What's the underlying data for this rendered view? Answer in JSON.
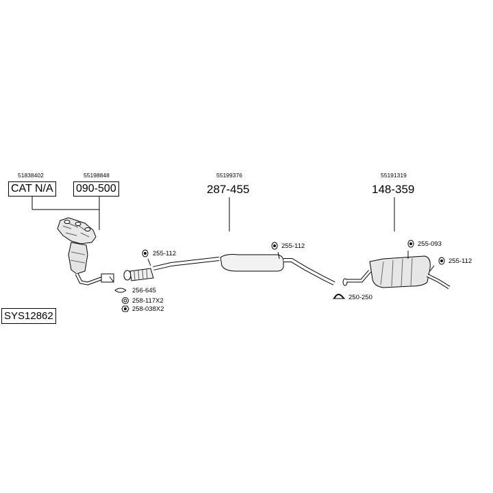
{
  "oem_numbers": {
    "manifold": "51838402",
    "front_pipe": "55198848",
    "middle_silencer": "55199376",
    "rear_silencer": "55191319"
  },
  "parts": {
    "catalyst": "CAT N/A",
    "front_pipe": "090-500",
    "middle_silencer": "287-455",
    "rear_silencer": "148-359"
  },
  "accessories": {
    "hanger_front": "255-112",
    "hanger_middle": "255-112",
    "hanger_rear_a": "255-093",
    "hanger_rear_b": "255-112",
    "gasket": "256-645",
    "ring": "258-117X2",
    "nut": "258-038X2",
    "clamp": "250-250"
  },
  "system_code": "SYS12862"
}
